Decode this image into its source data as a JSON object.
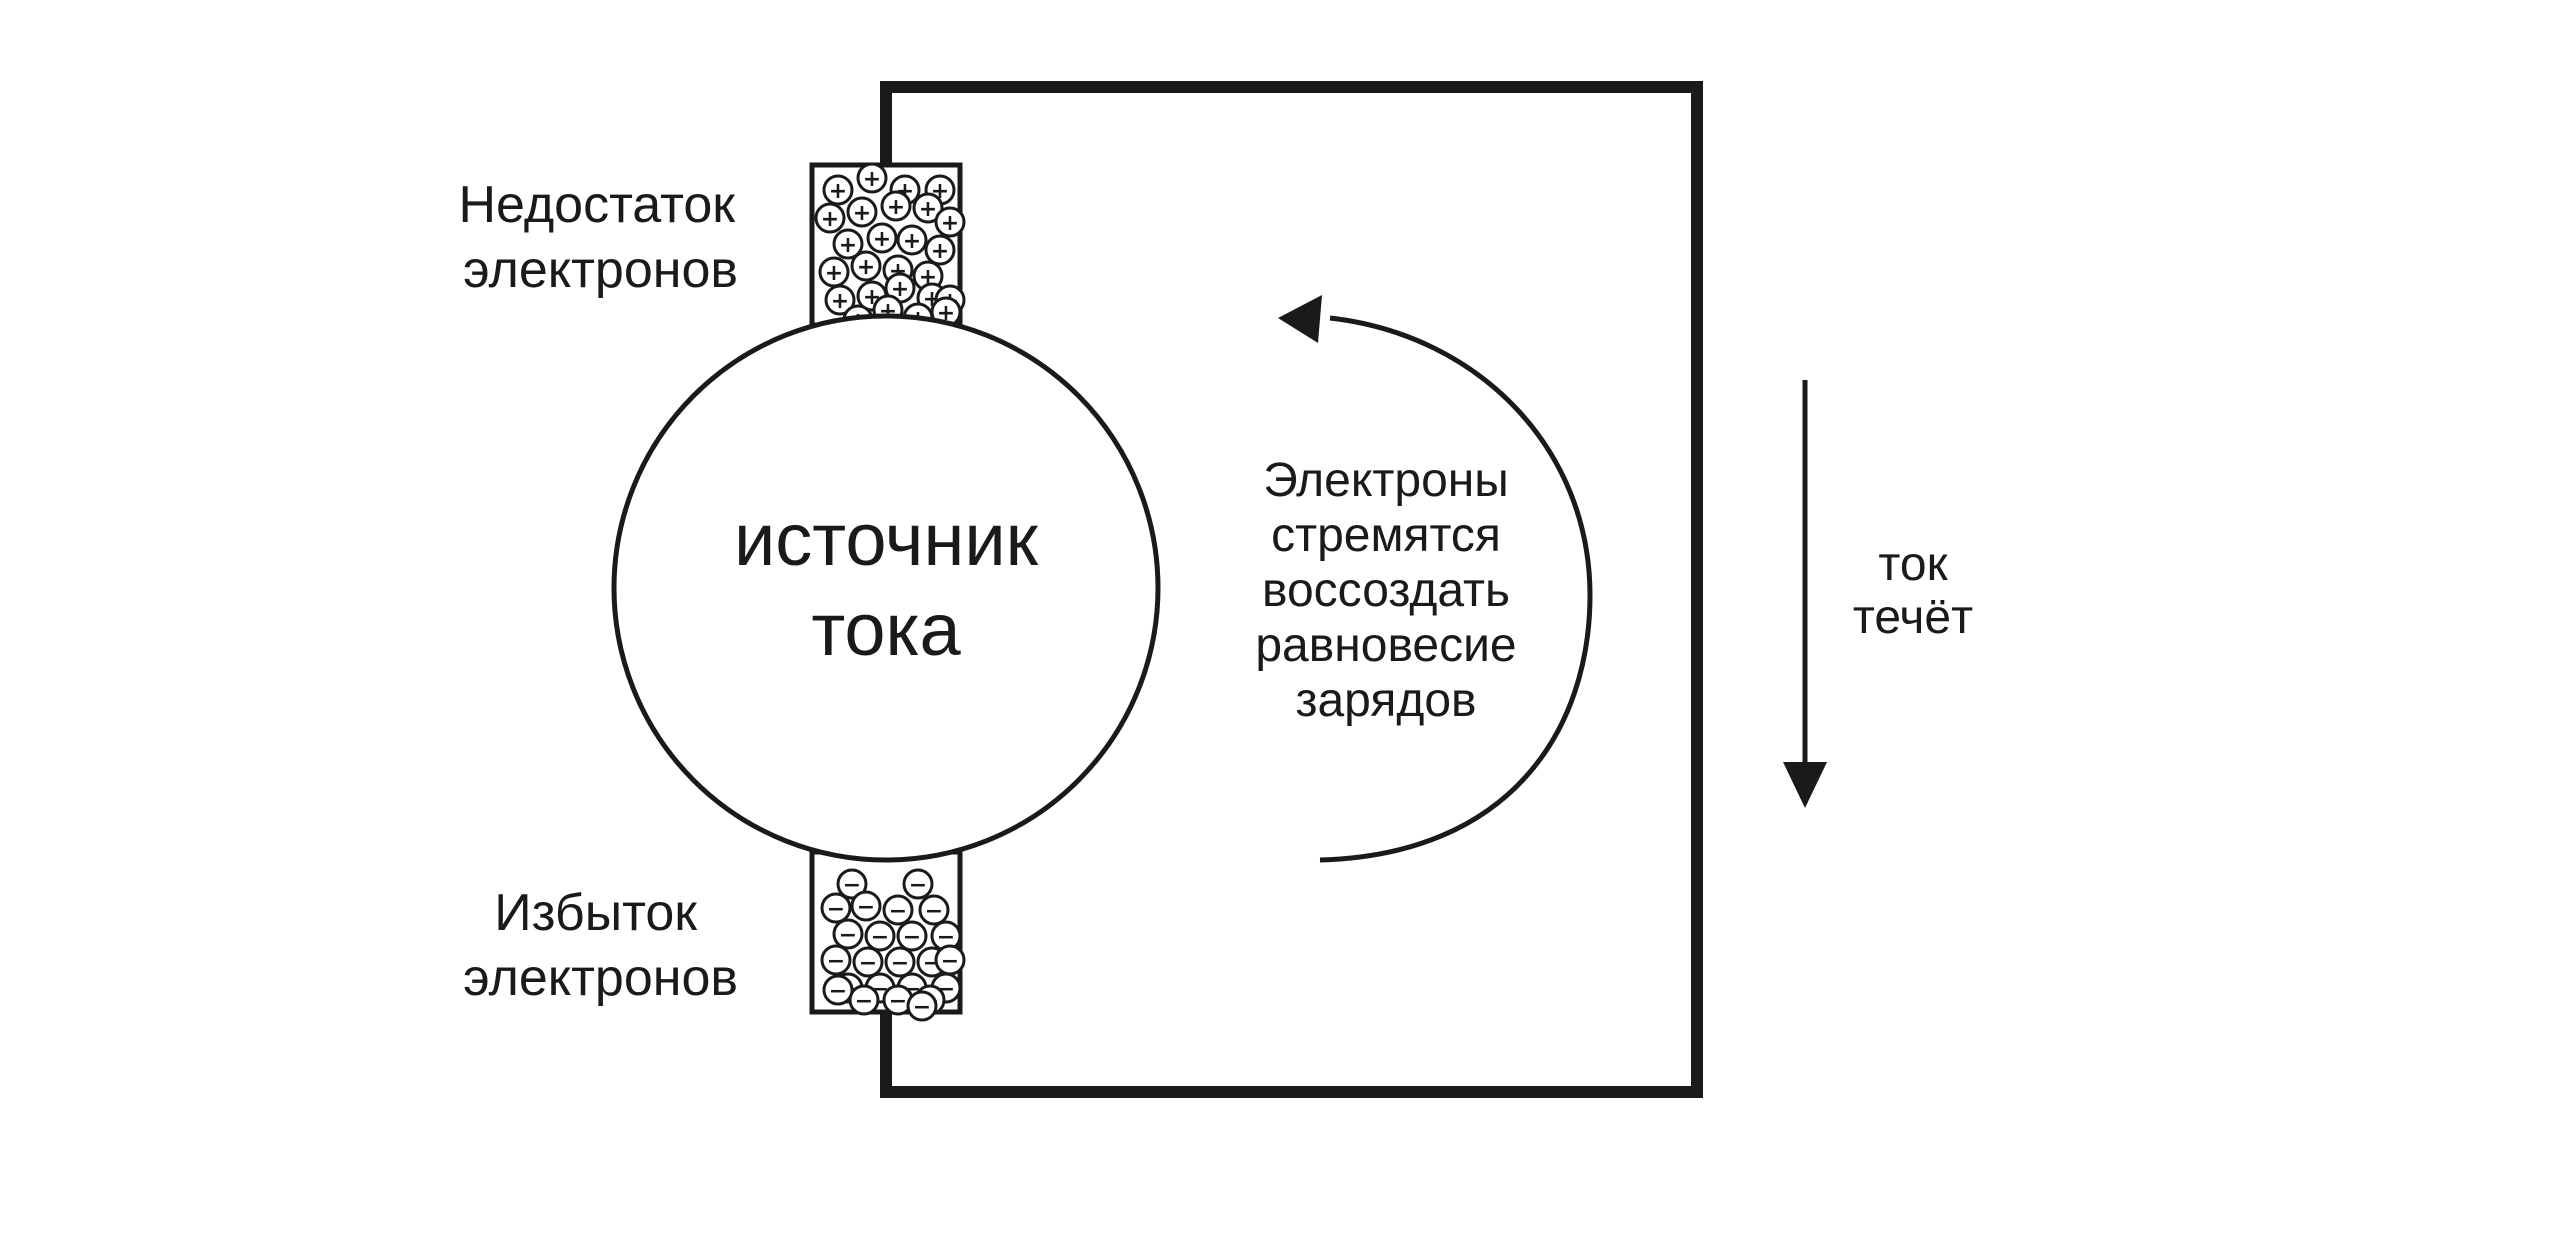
{
  "source_label": [
    "источник",
    "тока"
  ],
  "top_terminal": {
    "label": [
      "Недостаток",
      "электронов"
    ],
    "charge_sign": "+",
    "charge_count": 26
  },
  "bottom_terminal": {
    "label": [
      "Избыток",
      "электронов"
    ],
    "charge_sign": "−",
    "charge_count": 24
  },
  "electron_flow_label": [
    "Электроны",
    "стремятся",
    "воссоздать",
    "равновесие",
    "зарядов"
  ],
  "current_flow_label": [
    "ток",
    "течёт"
  ],
  "colors": {
    "stroke": "#1a1a1a",
    "background": "#ffffff"
  }
}
